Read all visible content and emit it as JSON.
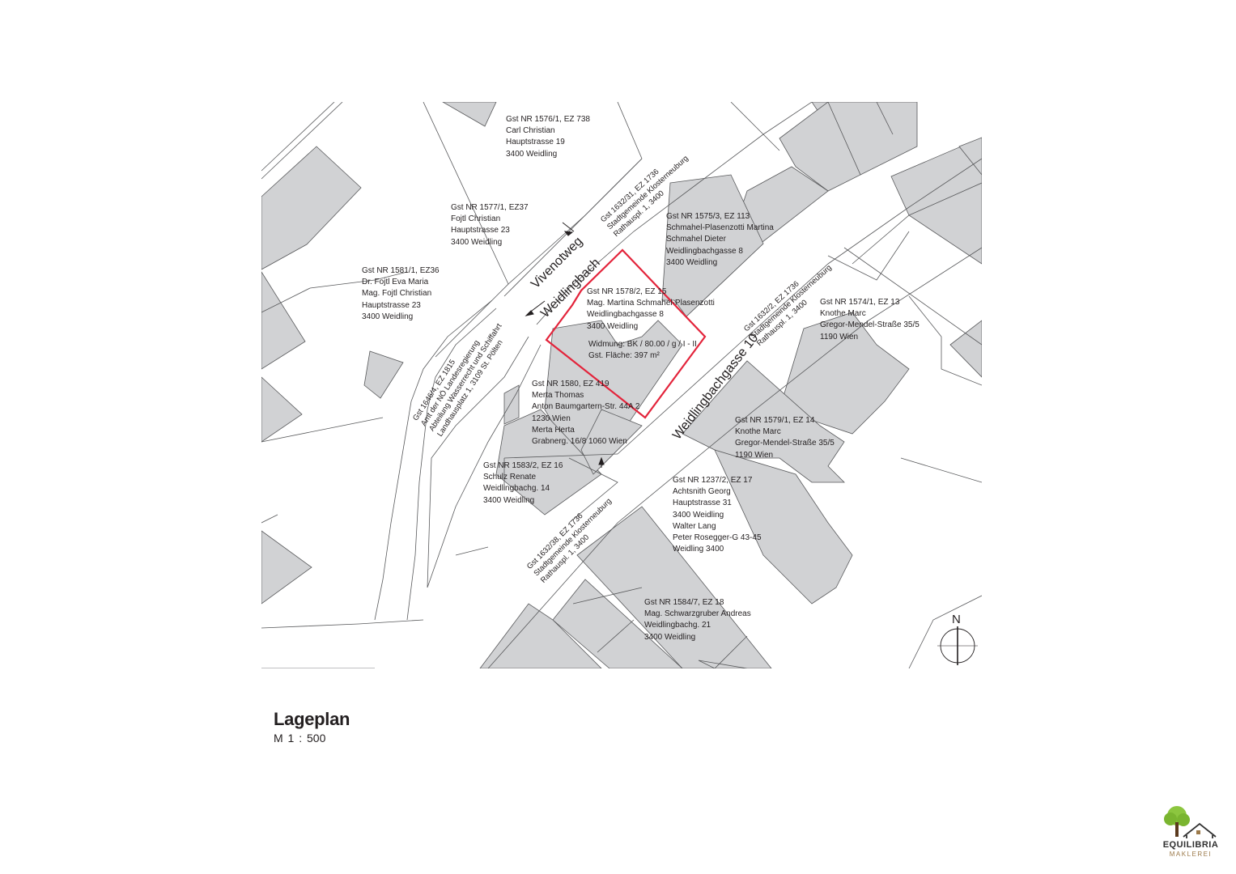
{
  "map": {
    "parcels": [
      {
        "name": "parcel-1576-1",
        "lines": [
          "Gst NR 1576/1, EZ 738",
          "Carl Christian",
          "Hauptstrasse 19",
          "3400 Weidling"
        ]
      },
      {
        "name": "parcel-1577-1",
        "lines": [
          "Gst NR 1577/1, EZ37",
          "Fojtl Christian",
          "Hauptstrasse 23",
          "3400 Weidling"
        ]
      },
      {
        "name": "parcel-1581-1",
        "lines": [
          "Gst NR 1581/1, EZ36",
          "Dr. Fojtl Eva Maria",
          "Mag. Fojtl  Christian",
          "Hauptstrasse 23",
          "3400 Weidling"
        ]
      },
      {
        "name": "parcel-1575-3",
        "lines": [
          "Gst NR 1575/3, EZ 113",
          "Schmahel-Plasenzotti Martina",
          "Schmahel Dieter",
          "Weidlingbachgasse 8",
          "3400 Weidling"
        ]
      },
      {
        "name": "parcel-1578-2",
        "lines": [
          "Gst NR 1578/2, EZ 15",
          "Mag. Martina Schmahel-Plasenzotti",
          "Weidlingbachgasse 8",
          "3400 Weidling"
        ]
      },
      {
        "name": "parcel-1574-1",
        "lines": [
          "Gst NR 1574/1, EZ 13",
          "Knothe Marc",
          "Gregor-Mendel-Straße 35/5",
          "1190 Wien"
        ]
      },
      {
        "name": "parcel-1580",
        "lines": [
          "Gst NR 1580, EZ 419",
          "Merta Thomas",
          "Anton Baumgartern-Str. 44A 2",
          "1230 Wien",
          "Merta Herta",
          "Grabnerg. 16/8 1060 Wien"
        ]
      },
      {
        "name": "parcel-1579-1",
        "lines": [
          "Gst NR 1579/1, EZ 14",
          "Knothe Marc",
          "Gregor-Mendel-Straße 35/5",
          "1190 Wien"
        ]
      },
      {
        "name": "parcel-1583-2",
        "lines": [
          "Gst NR 1583/2, EZ 16",
          "Schulz Renate",
          "Weidlingbachg. 14",
          "3400 Weidling"
        ]
      },
      {
        "name": "parcel-1237-2",
        "lines": [
          "Gst NR 1237/2, EZ 17",
          "Achtsnith Georg",
          "Hauptstrasse 31",
          "3400 Weidling",
          "Walter Lang",
          "Peter Rosegger-G 43-45",
          "Weidling 3400"
        ]
      },
      {
        "name": "parcel-1584-7",
        "lines": [
          "Gst NR 1584/7, EZ 18",
          "Mag. Schwarzgruber Andreas",
          "Weidlingbachg. 21",
          "3400 Weidling"
        ]
      }
    ],
    "plot_info": {
      "zoning": "Widmung: BK / 80.00 / g / I - II",
      "area": "Gst. Fläche: 397 m²"
    },
    "streets": {
      "vivenotweg": "Vivenotweg",
      "weidlingbach": "Weidlingbach",
      "weidlingbachgasse": "Weidlingbachgasse 10"
    },
    "road_owners": {
      "r1632_31": [
        "Gst 1632/31, EZ 1736",
        "Stadtgemeinde Klosterneuburg",
        "Rathauspl. 1, 3400"
      ],
      "r1632_2": [
        "Gst 1632/2, EZ 1736",
        "Stadtgemeinde Klosterneuburg",
        "Rathauspl. 1, 3400"
      ],
      "r1632_38": [
        "Gst 1632/38, EZ 1736",
        "Stadtgemeinde Klosterneuburg",
        "Rathauspl. 1, 3400"
      ],
      "r1646_4": [
        "Gst 1646/4, EZ 1815",
        "Amt der NÖ Landesregierung",
        "Abteilung Wasserrecht und Schiffahrt",
        "Landhausplatz 1, 3109 St. Pölten"
      ]
    },
    "north": "N",
    "colors": {
      "building": "#d1d2d4",
      "plot_outline": "#e3243b",
      "line": "#58595b"
    }
  },
  "title_block": {
    "title": "Lageplan",
    "scale": "M  1 : 500"
  },
  "logo": {
    "name": "EQUILIBRIA",
    "subtitle": "MAKLEREI"
  }
}
